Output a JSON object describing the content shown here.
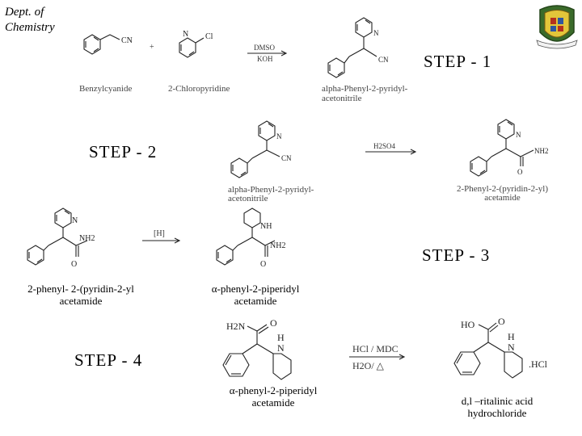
{
  "header": {
    "dept_line1": "Dept. of",
    "dept_line2": "Chemistry"
  },
  "steps": {
    "step1": "STEP - 1",
    "step2": "STEP - 2",
    "step3": "STEP - 3",
    "step4": "STEP - 4"
  },
  "step1": {
    "reactant1": "Benzylcyanide",
    "plus": "+",
    "reactant2": "2-Chloropyridine",
    "reagent_top": "DMSO",
    "reagent_bottom": "KOH",
    "product_line1": "alpha-Phenyl-2-pyridyl-",
    "product_line2": "acetonitrile",
    "cn": "CN",
    "n": "N",
    "cl": "Cl"
  },
  "step2": {
    "reactant_line1": "alpha-Phenyl-2-pyridyl-",
    "reactant_line2": "acetonitrile",
    "reagent": "H2SO4",
    "product_line1": "2-Phenyl-2-(pyridin-2-yl)",
    "product_line2": "acetamide",
    "cn": "CN",
    "n": "N",
    "nh2": "NH2"
  },
  "step3": {
    "reactant_line1": "2-phenyl- 2-(pyridin-2-yl",
    "reactant_line2": "acetamide",
    "reagent": "[H]",
    "product_line1": "α-phenyl-2-piperidyl",
    "product_line2": "acetamide",
    "n": "N",
    "nh": "NH",
    "nh2": "NH2",
    "o": "O"
  },
  "step4": {
    "reactant_line1": "α-phenyl-2-piperidyl",
    "reactant_line2": "acetamide",
    "reagent_top": "HCl / MDC",
    "reagent_bottom": "H2O/ △",
    "product_line1": "d,l –ritalinic acid",
    "product_line2": "hydrochloride",
    "h2n": "H2N",
    "o": "O",
    "h": "H",
    "n": "N",
    "ho": "HO",
    "hcl": ".HCl"
  }
}
